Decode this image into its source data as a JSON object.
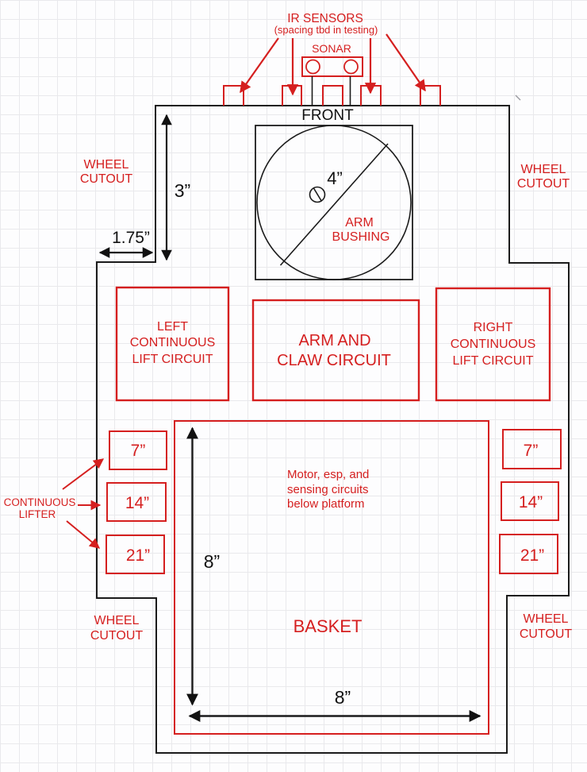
{
  "top": {
    "ir_line1": "IR SENSORS",
    "ir_line2": "(spacing tbd in testing)",
    "sonar": "SONAR",
    "front": "FRONT"
  },
  "wheel_cutout": {
    "line1": "WHEEL",
    "line2": "CUTOUT"
  },
  "dims": {
    "front_depth": "3”",
    "cutout_width": "1.75”",
    "bushing_diameter": "4”",
    "basket_height": "8”",
    "basket_width": "8”"
  },
  "bushing": {
    "line1": "ARM",
    "line2": "BUSHING"
  },
  "circuits": {
    "left": {
      "l1": "LEFT",
      "l2": "CONTINUOUS",
      "l3": "LIFT CIRCUIT"
    },
    "center": {
      "l1": "ARM AND",
      "l2": "CLAW CIRCUIT"
    },
    "right": {
      "l1": "RIGHT",
      "l2": "CONTINUOUS",
      "l3": "LIFT CIRCUIT"
    }
  },
  "lifter": {
    "label1": "CONTINUOUS",
    "label2": "LIFTER",
    "sizes": [
      "7”",
      "14”",
      "21”"
    ]
  },
  "note": {
    "l1": "Motor, esp, and",
    "l2": "sensing circuits",
    "l3": "below platform"
  },
  "basket_label": "BASKET",
  "colors": {
    "accent_red": "#d51f1f",
    "line_black": "#1b1b1b",
    "grid": "#e9e9ec"
  }
}
